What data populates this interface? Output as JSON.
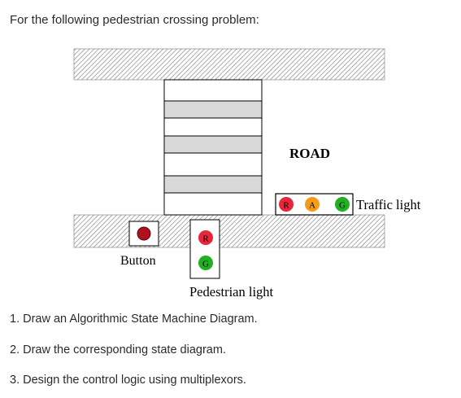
{
  "intro": "For the following pedestrian crossing problem:",
  "figure": {
    "road_label": "ROAD",
    "traffic_light_label": "Traffic light",
    "traffic_light_lamps": [
      "R",
      "A",
      "G"
    ],
    "button_label": "Button",
    "pedestrian_light_lamps": [
      "R",
      "G"
    ],
    "pedestrian_light_label": "Pedestrian light",
    "colors": {
      "red": "#e8263a",
      "amber": "#f59a1b",
      "green": "#21b021",
      "button": "#b01020"
    }
  },
  "tasks": [
    "1. Draw an Algorithmic State Machine Diagram.",
    "2. Draw the corresponding state diagram.",
    "3. Design the control logic using multiplexors."
  ]
}
